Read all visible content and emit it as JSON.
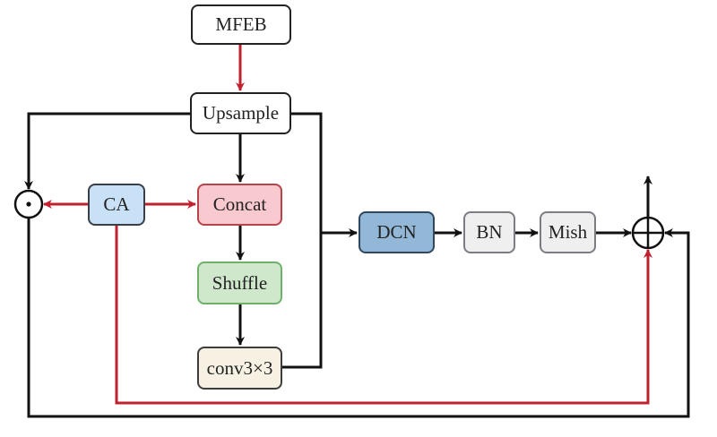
{
  "diagram": {
    "nodes": {
      "mfeb": "MFEB",
      "upsample": "Upsample",
      "ca": "CA",
      "concat": "Concat",
      "shuffle": "Shuffle",
      "conv": "conv3×3",
      "dcn": "DCN",
      "bn": "BN",
      "mish": "Mish"
    },
    "operators": {
      "multiply": "element-wise product (⊙)",
      "add": "element-wise sum (⊕)"
    },
    "colors": {
      "attention_path": "#c0212f",
      "main_path": "#111111",
      "ca_fill": "#c9e1f7",
      "concat_fill": "#f8c9ce",
      "shuffle_fill": "#cfe8cc",
      "conv_fill": "#f6f1e2",
      "dcn_fill": "#93b7d6",
      "bn_fill": "#efefef",
      "mish_fill": "#efefef"
    },
    "edges": [
      {
        "from": "MFEB",
        "to": "Upsample",
        "color": "red"
      },
      {
        "from": "Upsample",
        "to": "Concat",
        "color": "black"
      },
      {
        "from": "Upsample",
        "to": "multiply",
        "color": "black"
      },
      {
        "from": "Upsample",
        "to": "DCN",
        "color": "black"
      },
      {
        "from": "CA",
        "to": "multiply",
        "color": "red"
      },
      {
        "from": "CA",
        "to": "Concat",
        "color": "red"
      },
      {
        "from": "CA",
        "to": "add",
        "color": "red"
      },
      {
        "from": "Concat",
        "to": "Shuffle",
        "color": "black"
      },
      {
        "from": "Shuffle",
        "to": "conv3×3",
        "color": "black"
      },
      {
        "from": "conv3×3",
        "to": "DCN",
        "color": "black"
      },
      {
        "from": "DCN",
        "to": "BN",
        "color": "black"
      },
      {
        "from": "BN",
        "to": "Mish",
        "color": "black"
      },
      {
        "from": "Mish",
        "to": "add",
        "color": "black"
      },
      {
        "from": "multiply",
        "to": "add",
        "color": "black"
      },
      {
        "from": "add",
        "to": "output",
        "color": "black"
      }
    ]
  }
}
